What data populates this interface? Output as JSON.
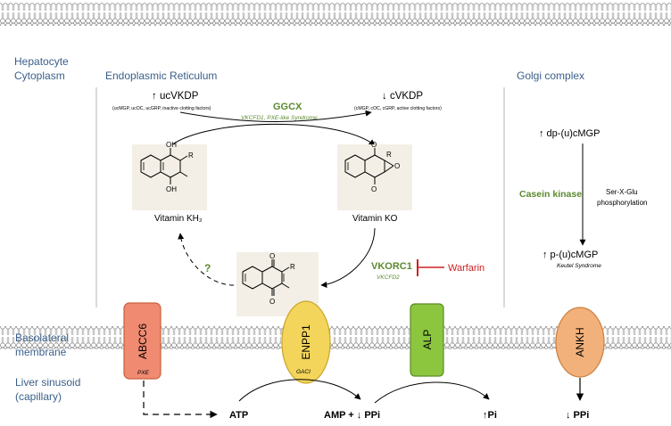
{
  "regions": {
    "cytoplasm_line1": "Hepatocyte",
    "cytoplasm_line2": "Cytoplasm",
    "er": "Endoplasmic Reticulum",
    "golgi": "Golgi complex",
    "basolateral_line1": "Basolateral",
    "basolateral_line2": "membrane",
    "sinusoid_line1": "Liver sinusoid",
    "sinusoid_line2": "(capillary)"
  },
  "er_cycle": {
    "ucvkdp_label": "↑ ucVKDP",
    "ucvkdp_detail": "(ucMGP, ucOC, ucGRP, inactive clotting factors)",
    "cvkdp_label": "↓ cVKDP",
    "cvkdp_detail": "(cMGP, cOC, cGRP, active clotting factors)",
    "ggcx_label": "GGCX",
    "ggcx_disease": "VKCFD1, PXE-like Syndrome",
    "vit_kh2_label": "Vitamin KH₂",
    "vit_ko_label": "Vitamin KO",
    "unknown_step": "?",
    "vkorc1_label": "VKORC1",
    "vkorc1_disease": "VKCFD2",
    "warfarin_label": "Warfarin",
    "atom_oh": "OH",
    "atom_r": "R",
    "atom_o": "O"
  },
  "golgi_pathway": {
    "dp_label": "↑ dp-(u)cMGP",
    "kinase_label": "Casein kinase",
    "phos_line1": "Ser-X-Glu",
    "phos_line2": "phosphorylation",
    "p_label": "↑ p-(u)cMGP",
    "p_disease": "Keutel Syndrome"
  },
  "transporters": {
    "abcc6": "ABCC6",
    "abcc6_disease": "PXE",
    "enpp1": "ENPP1",
    "enpp1_disease": "GACI",
    "alp": "ALP",
    "ankh": "ANKH"
  },
  "metabolites": {
    "atp": "ATP",
    "amp_ppi": "AMP + ↓ PPi",
    "pi": "↑Pi",
    "ppi_out": "↓ PPi"
  },
  "colors": {
    "green_label": "#5b8a2e",
    "warfarin_red": "#d02020",
    "abcc6_fill": "#f08a70",
    "enpp1_fill": "#f2d55a",
    "alp_fill": "#8cc63f",
    "ankh_fill": "#f2b07a",
    "region_blue": "#3a5f8a"
  }
}
